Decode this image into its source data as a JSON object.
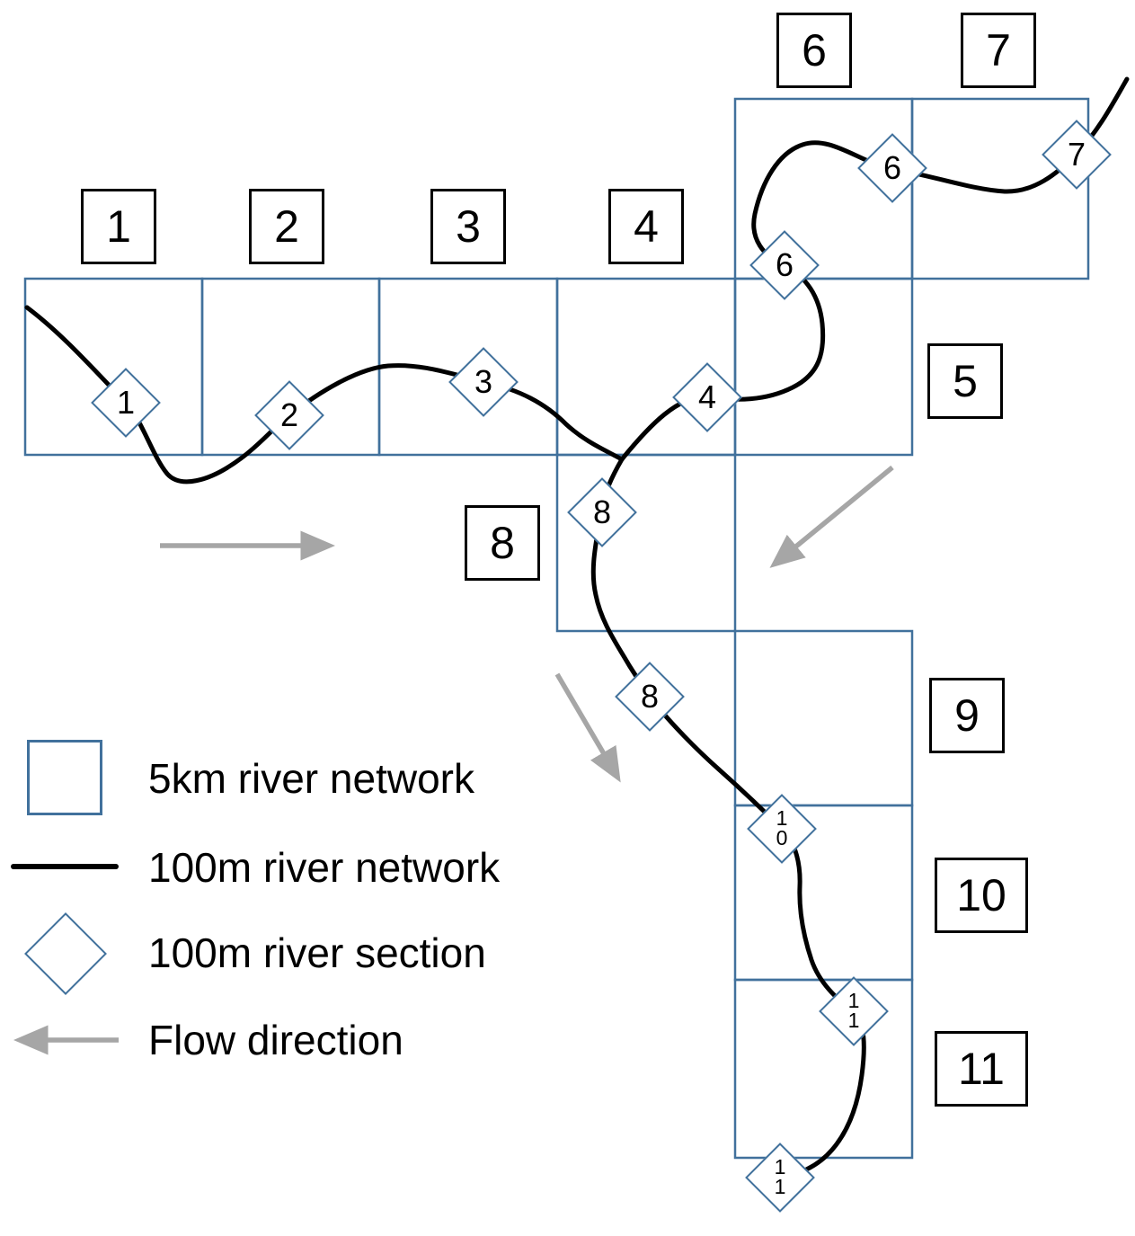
{
  "colors": {
    "grid_blue": "#41719c",
    "river_black": "#000000",
    "arrow_gray": "#a6a6a6",
    "box_border": "#000000",
    "background": "#ffffff"
  },
  "cell_labels": [
    "1",
    "2",
    "3",
    "4",
    "5",
    "6",
    "7",
    "8",
    "9",
    "10",
    "11"
  ],
  "river_sections": [
    "1",
    "2",
    "3",
    "4",
    "6",
    "6",
    "7",
    "8",
    "8",
    "1\n0",
    "1\n1",
    "1\n1"
  ],
  "legend": {
    "square_label": "5km river network",
    "line_label": "100m river network",
    "diamond_label": "100m river section",
    "arrow_label": "Flow direction"
  }
}
